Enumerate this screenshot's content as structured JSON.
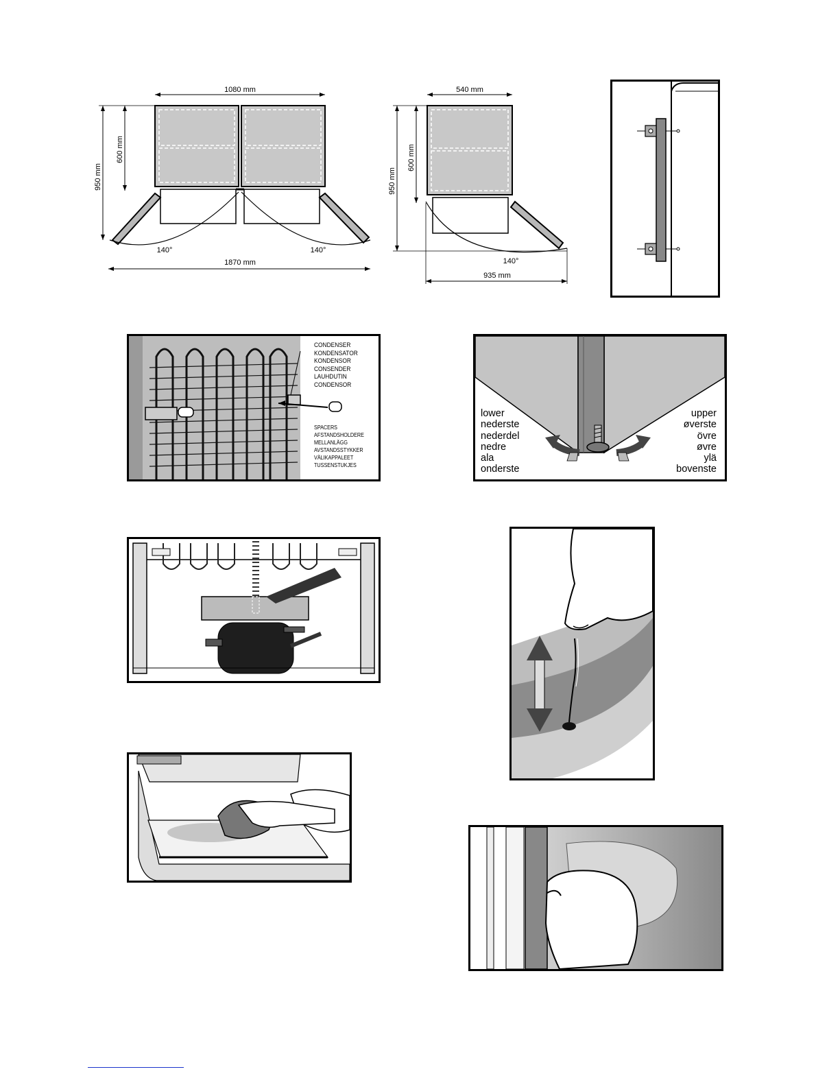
{
  "double_dims": {
    "width": "1080 mm",
    "height_total": "950 mm",
    "height_inner": "600 mm",
    "angle_left": "140°",
    "angle_right": "140°",
    "total_width": "1870 mm"
  },
  "single_dims": {
    "width": "540 mm",
    "height_total": "950 mm",
    "height_inner": "600 mm",
    "angle": "140°",
    "total_width": "935 mm"
  },
  "condenser": {
    "labels": [
      "CONDENSER",
      "KONDENSATOR",
      "KONDENSOR",
      "CONSENDER",
      "LAUHDUTIN",
      "CONDENSOR"
    ],
    "spacer_labels": [
      "SPACERS",
      "AFSTANDSHOLDERE",
      "MELLANLÄGG",
      "AVSTANDSSTYKKER",
      "VÄLIKAPPALEET",
      "TUSSENSTUKJES"
    ]
  },
  "leveling": {
    "left_labels": [
      "lower",
      "nederste",
      "nederdel",
      "nedre",
      "ala",
      "onderste"
    ],
    "right_labels": [
      "upper",
      "øverste",
      "övre",
      "øvre",
      "ylä",
      "bovenste"
    ]
  },
  "colors": {
    "panel_border": "#000000",
    "cabinet_gray": "#c8c8c8",
    "door_gray": "#bdbdbd",
    "dark": "#202020",
    "footer_link": "#1a33cc"
  }
}
